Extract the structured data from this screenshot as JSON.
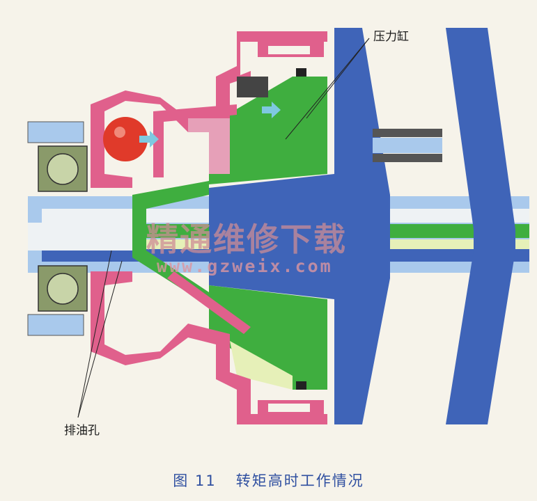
{
  "labels": {
    "pressure_cylinder": "压力缸",
    "drain_hole": "排油孔"
  },
  "watermark": {
    "text": "精通维修下载",
    "url": "www.gzweix.com"
  },
  "caption": {
    "figure": "图 11",
    "title": "转矩高时工作情况"
  },
  "colors": {
    "housing_blue": "#3f64b8",
    "light_blue": "#a9c9ec",
    "pink": "#e0608c",
    "green": "#3fae3f",
    "light_green": "#e6f0b8",
    "bearing_olive": "#8a9a6a",
    "red_ball": "#e03a2a",
    "arrow_cyan": "#7fc8e0",
    "caption_blue": "#2f4fa0"
  }
}
